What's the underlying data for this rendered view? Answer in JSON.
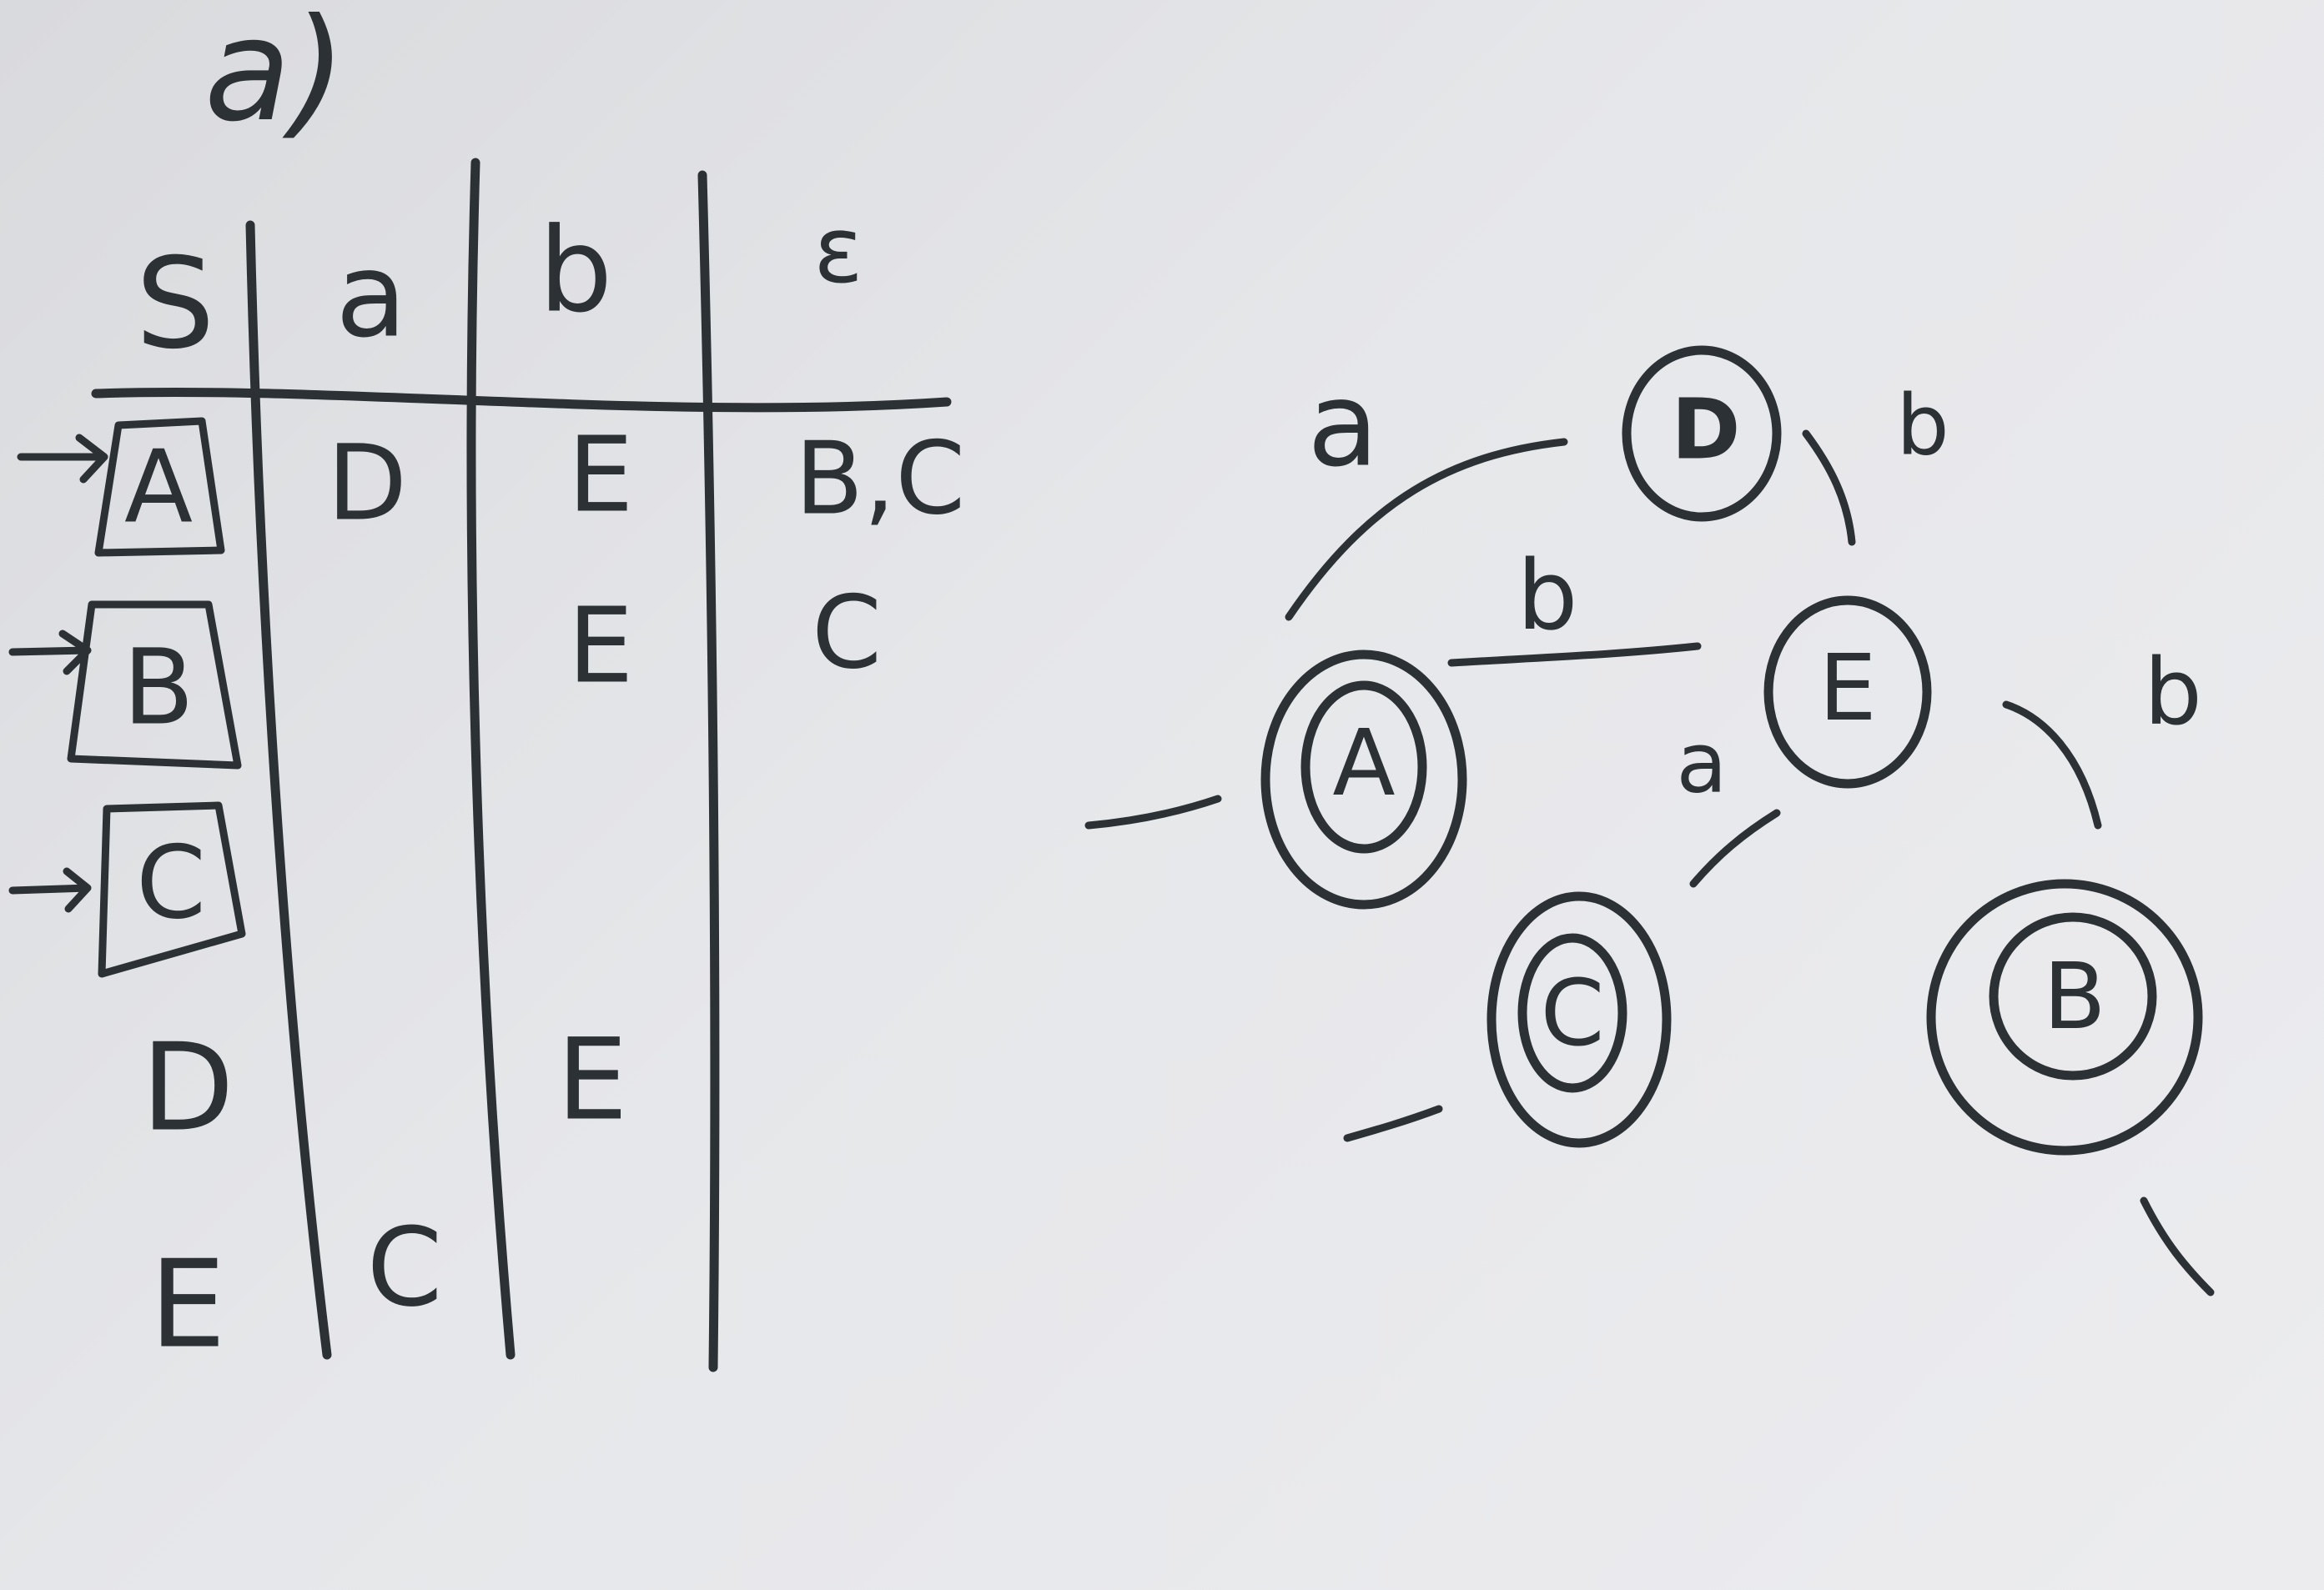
{
  "part_label": "a)",
  "table": {
    "header": {
      "state": "S",
      "cols": [
        "a",
        "b",
        "ε"
      ]
    },
    "rows": [
      {
        "state": "A",
        "start": true,
        "final": true,
        "cells": [
          "D",
          "E",
          "B,C"
        ]
      },
      {
        "state": "B",
        "start": true,
        "final": true,
        "cells": [
          "",
          "E",
          "C"
        ]
      },
      {
        "state": "C",
        "start": true,
        "final": true,
        "cells": [
          "",
          "",
          ""
        ]
      },
      {
        "state": "D",
        "start": false,
        "final": false,
        "cells": [
          "",
          "E",
          ""
        ]
      },
      {
        "state": "E",
        "start": false,
        "final": false,
        "cells": [
          "C",
          "",
          ""
        ]
      }
    ]
  },
  "graph": {
    "states": [
      {
        "id": "A",
        "label": "A",
        "start": true,
        "final": true
      },
      {
        "id": "B",
        "label": "B",
        "start": true,
        "final": true
      },
      {
        "id": "C",
        "label": "C",
        "start": true,
        "final": true
      },
      {
        "id": "D",
        "label": "D",
        "start": false,
        "final": false
      },
      {
        "id": "E",
        "label": "E",
        "start": false,
        "final": false
      }
    ],
    "edges": [
      {
        "from": "A",
        "to": "D",
        "label": "a"
      },
      {
        "from": "A",
        "to": "E",
        "label": "b"
      },
      {
        "from": "D",
        "to": "E",
        "label": "b"
      },
      {
        "from": "E",
        "to": "C",
        "label": "a"
      },
      {
        "from": "B",
        "to": "E",
        "label": "b"
      }
    ]
  }
}
